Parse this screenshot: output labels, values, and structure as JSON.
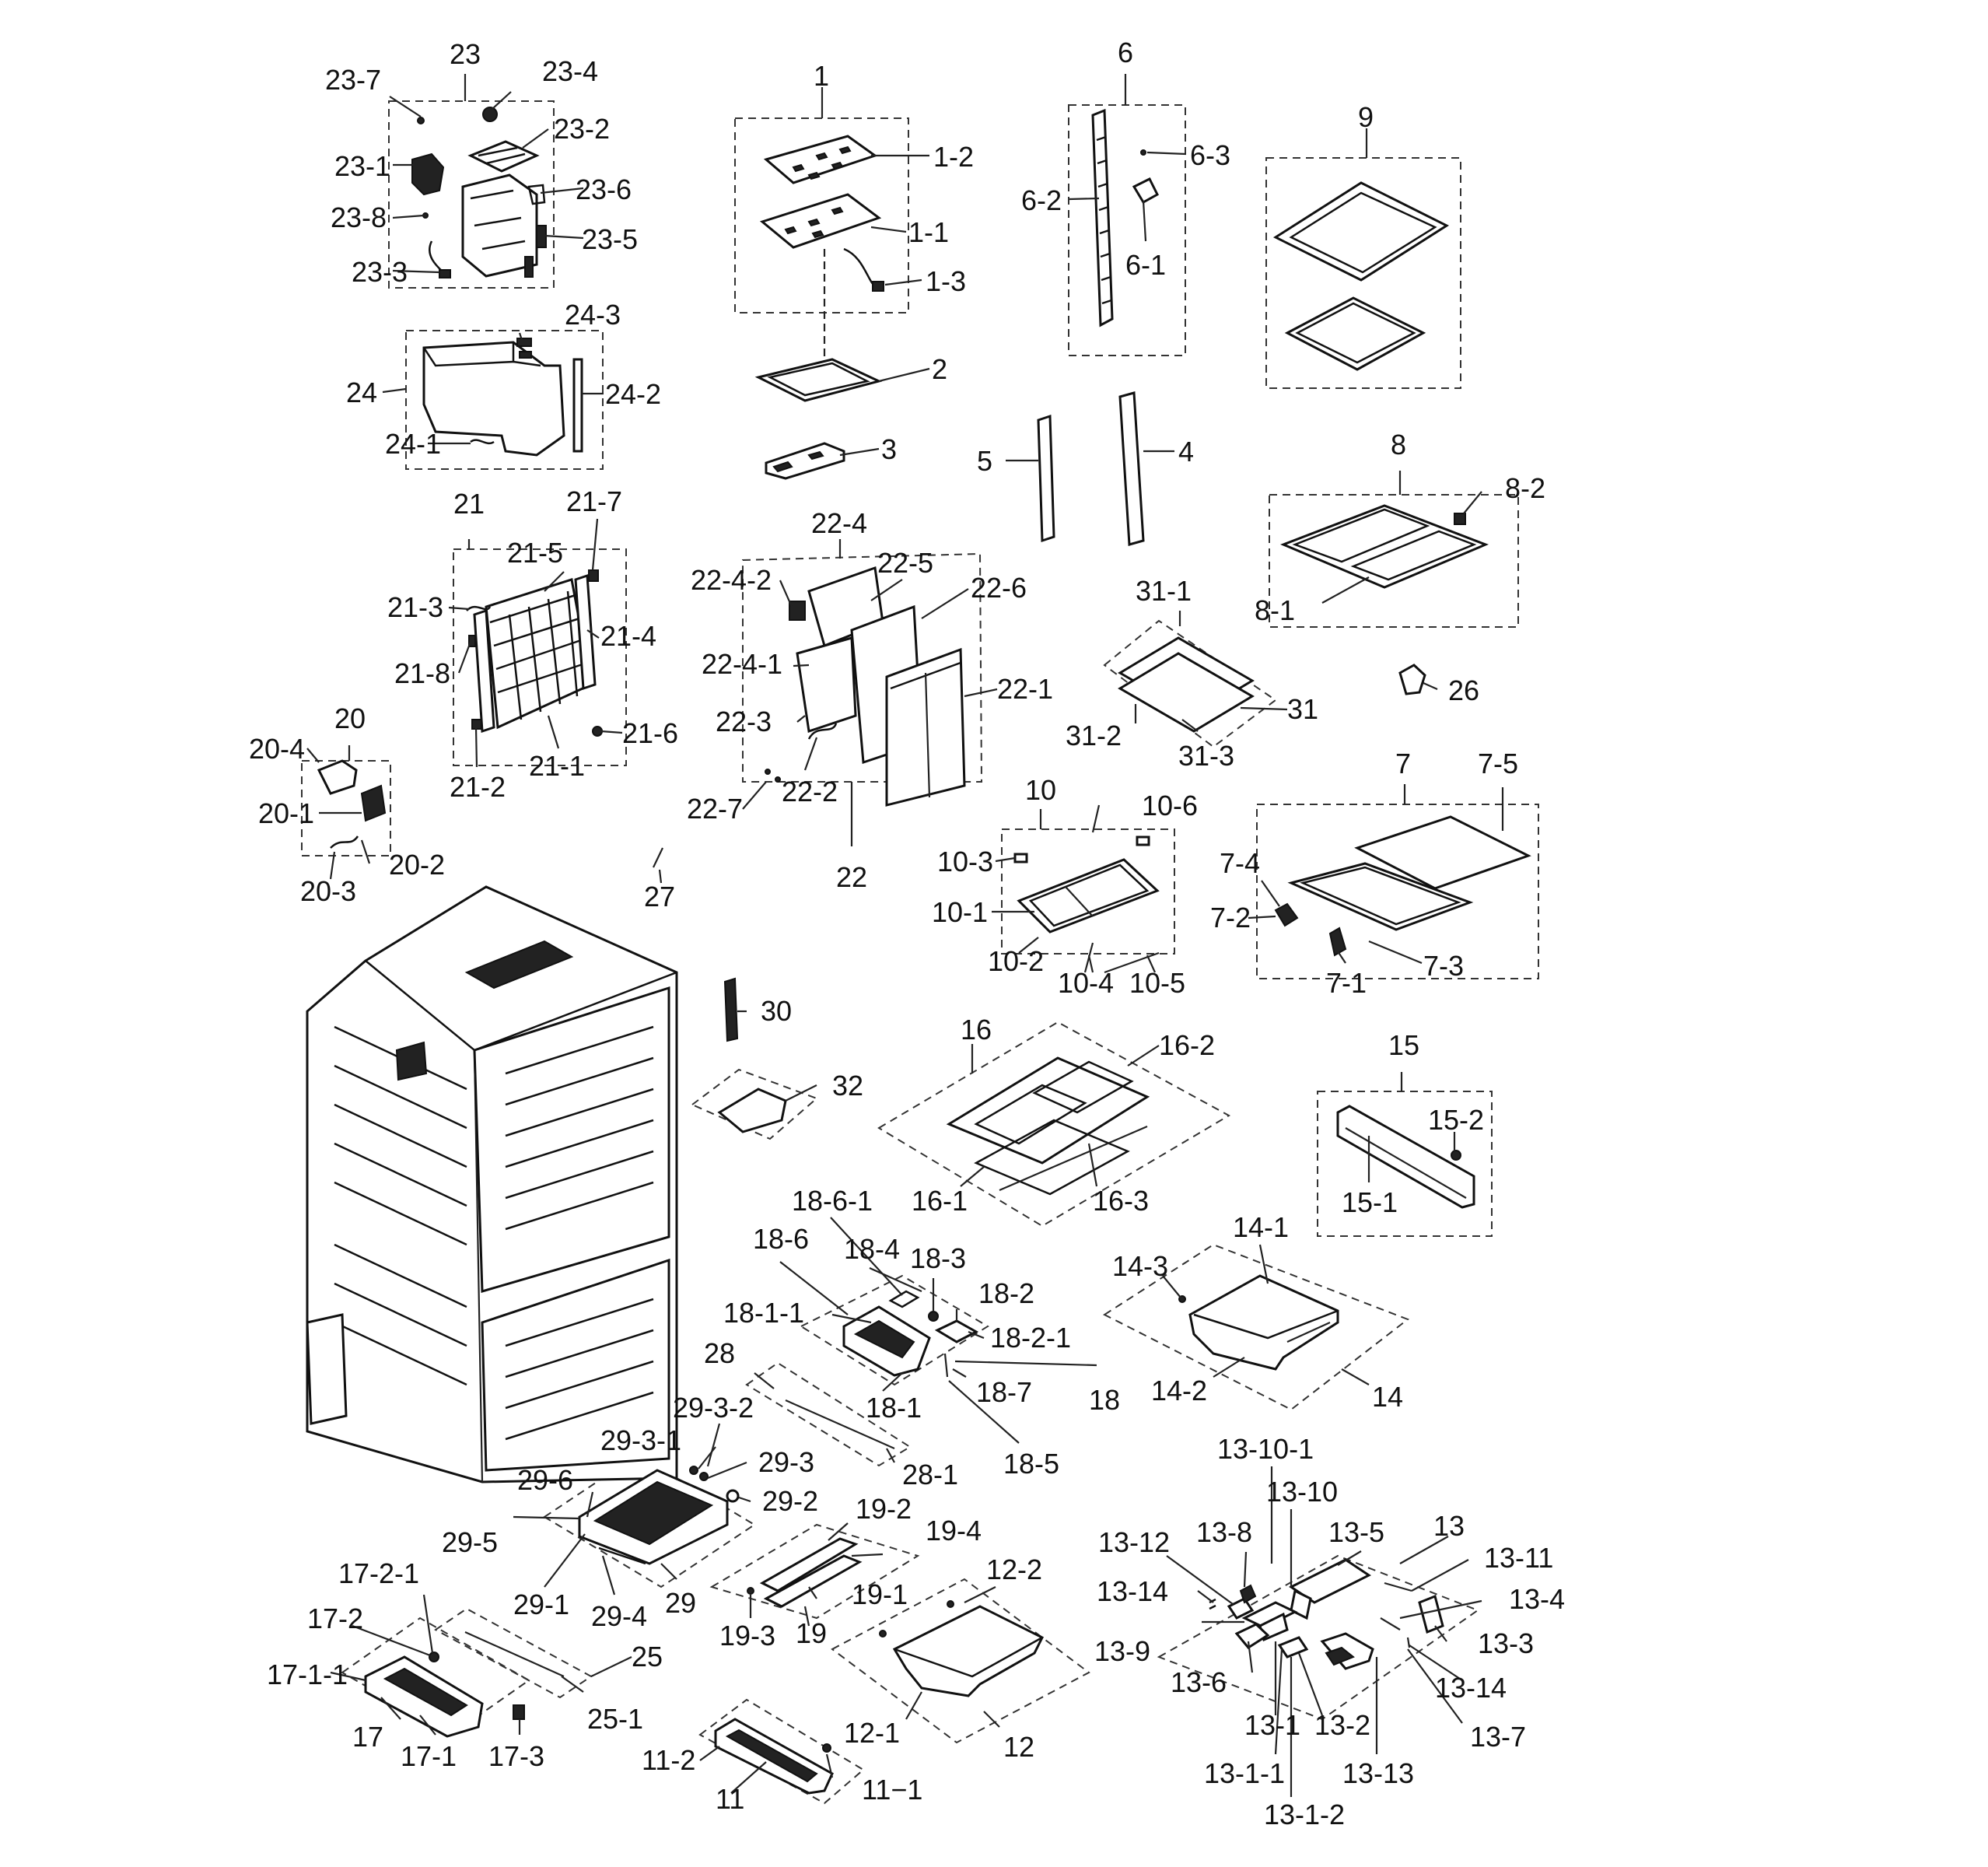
{
  "labels": {
    "l1": "1",
    "l1_1": "1-1",
    "l1_2": "1-2",
    "l1_3": "1-3",
    "l2": "2",
    "l3": "3",
    "l4": "4",
    "l5": "5",
    "l6": "6",
    "l6_1": "6-1",
    "l6_2": "6-2",
    "l6_3": "6-3",
    "l7": "7",
    "l7_1": "7-1",
    "l7_2": "7-2",
    "l7_3": "7-3",
    "l7_4": "7-4",
    "l7_5": "7-5",
    "l8": "8",
    "l8_1": "8-1",
    "l8_2": "8-2",
    "l9": "9",
    "l10": "10",
    "l10_1": "10-1",
    "l10_2": "10-2",
    "l10_3": "10-3",
    "l10_4": "10-4",
    "l10_5": "10-5",
    "l10_6": "10-6",
    "l11": "11",
    "l11_1": "11−1",
    "l11_2": "11-2",
    "l12": "12",
    "l12_1": "12-1",
    "l12_2": "12-2",
    "l13": "13",
    "l13_1": "13-1",
    "l13_1_1": "13-1-1",
    "l13_1_2": "13-1-2",
    "l13_2": "13-2",
    "l13_3": "13-3",
    "l13_4": "13-4",
    "l13_5": "13-5",
    "l13_6": "13-6",
    "l13_7": "13-7",
    "l13_8": "13-8",
    "l13_9": "13-9",
    "l13_10": "13-10",
    "l13_10_1": "13-10-1",
    "l13_11": "13-11",
    "l13_12": "13-12",
    "l13_13": "13-13",
    "l13_14a": "13-14",
    "l13_14b": "13-14",
    "l14": "14",
    "l14_1": "14-1",
    "l14_2": "14-2",
    "l14_3": "14-3",
    "l15": "15",
    "l15_1": "15-1",
    "l15_2": "15-2",
    "l16": "16",
    "l16_1": "16-1",
    "l16_2": "16-2",
    "l16_3": "16-3",
    "l17": "17",
    "l17_1": "17-1",
    "l17_1_1": "17-1-1",
    "l17_2": "17-2",
    "l17_2_1": "17-2-1",
    "l17_3": "17-3",
    "l18": "18",
    "l18_1": "18-1",
    "l18_1_1": "18-1-1",
    "l18_2": "18-2",
    "l18_2_1": "18-2-1",
    "l18_3": "18-3",
    "l18_4": "18-4",
    "l18_5": "18-5",
    "l18_6": "18-6",
    "l18_6_1": "18-6-1",
    "l18_7": "18-7",
    "l19": "19",
    "l19_1": "19-1",
    "l19_2": "19-2",
    "l19_3": "19-3",
    "l19_4": "19-4",
    "l20": "20",
    "l20_1": "20-1",
    "l20_2": "20-2",
    "l20_3": "20-3",
    "l20_4": "20-4",
    "l21": "21",
    "l21_1": "21-1",
    "l21_2": "21-2",
    "l21_3": "21-3",
    "l21_4": "21-4",
    "l21_5": "21-5",
    "l21_6": "21-6",
    "l21_7": "21-7",
    "l21_8": "21-8",
    "l22": "22",
    "l22_1": "22-1",
    "l22_2": "22-2",
    "l22_3": "22-3",
    "l22_4": "22-4",
    "l22_4_1": "22-4-1",
    "l22_4_2": "22-4-2",
    "l22_5": "22-5",
    "l22_6": "22-6",
    "l22_7": "22-7",
    "l23": "23",
    "l23_1": "23-1",
    "l23_2": "23-2",
    "l23_3": "23-3",
    "l23_4": "23-4",
    "l23_5": "23-5",
    "l23_6": "23-6",
    "l23_7": "23-7",
    "l23_8": "23-8",
    "l24": "24",
    "l24_1": "24-1",
    "l24_2": "24-2",
    "l24_3": "24-3",
    "l25": "25",
    "l25_1": "25-1",
    "l26": "26",
    "l27": "27",
    "l28": "28",
    "l28_1": "28-1",
    "l29": "29",
    "l29_1": "29-1",
    "l29_2": "29-2",
    "l29_3": "29-3",
    "l29_3_1": "29-3-1",
    "l29_3_2": "29-3-2",
    "l29_4": "29-4",
    "l29_5": "29-5",
    "l29_6": "29-6",
    "l30": "30",
    "l31": "31",
    "l31_1": "31-1",
    "l31_2": "31-2",
    "l31_3": "31-3",
    "l32": "32"
  }
}
